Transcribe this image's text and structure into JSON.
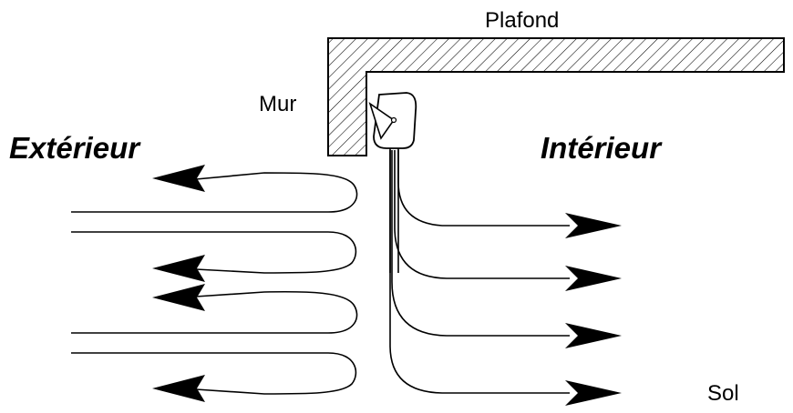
{
  "labels": {
    "ceiling": "Plafond",
    "wall": "Mur",
    "outside": "Extérieur",
    "inside": "Intérieur",
    "floor": "Sol"
  }
}
